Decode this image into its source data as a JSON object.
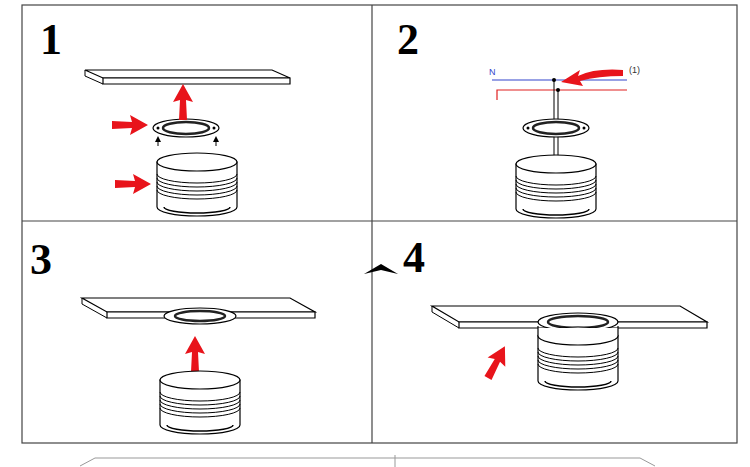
{
  "diagram": {
    "labels": [
      "1",
      "2",
      "3",
      "4",
      "N",
      "(1)"
    ]
  }
}
